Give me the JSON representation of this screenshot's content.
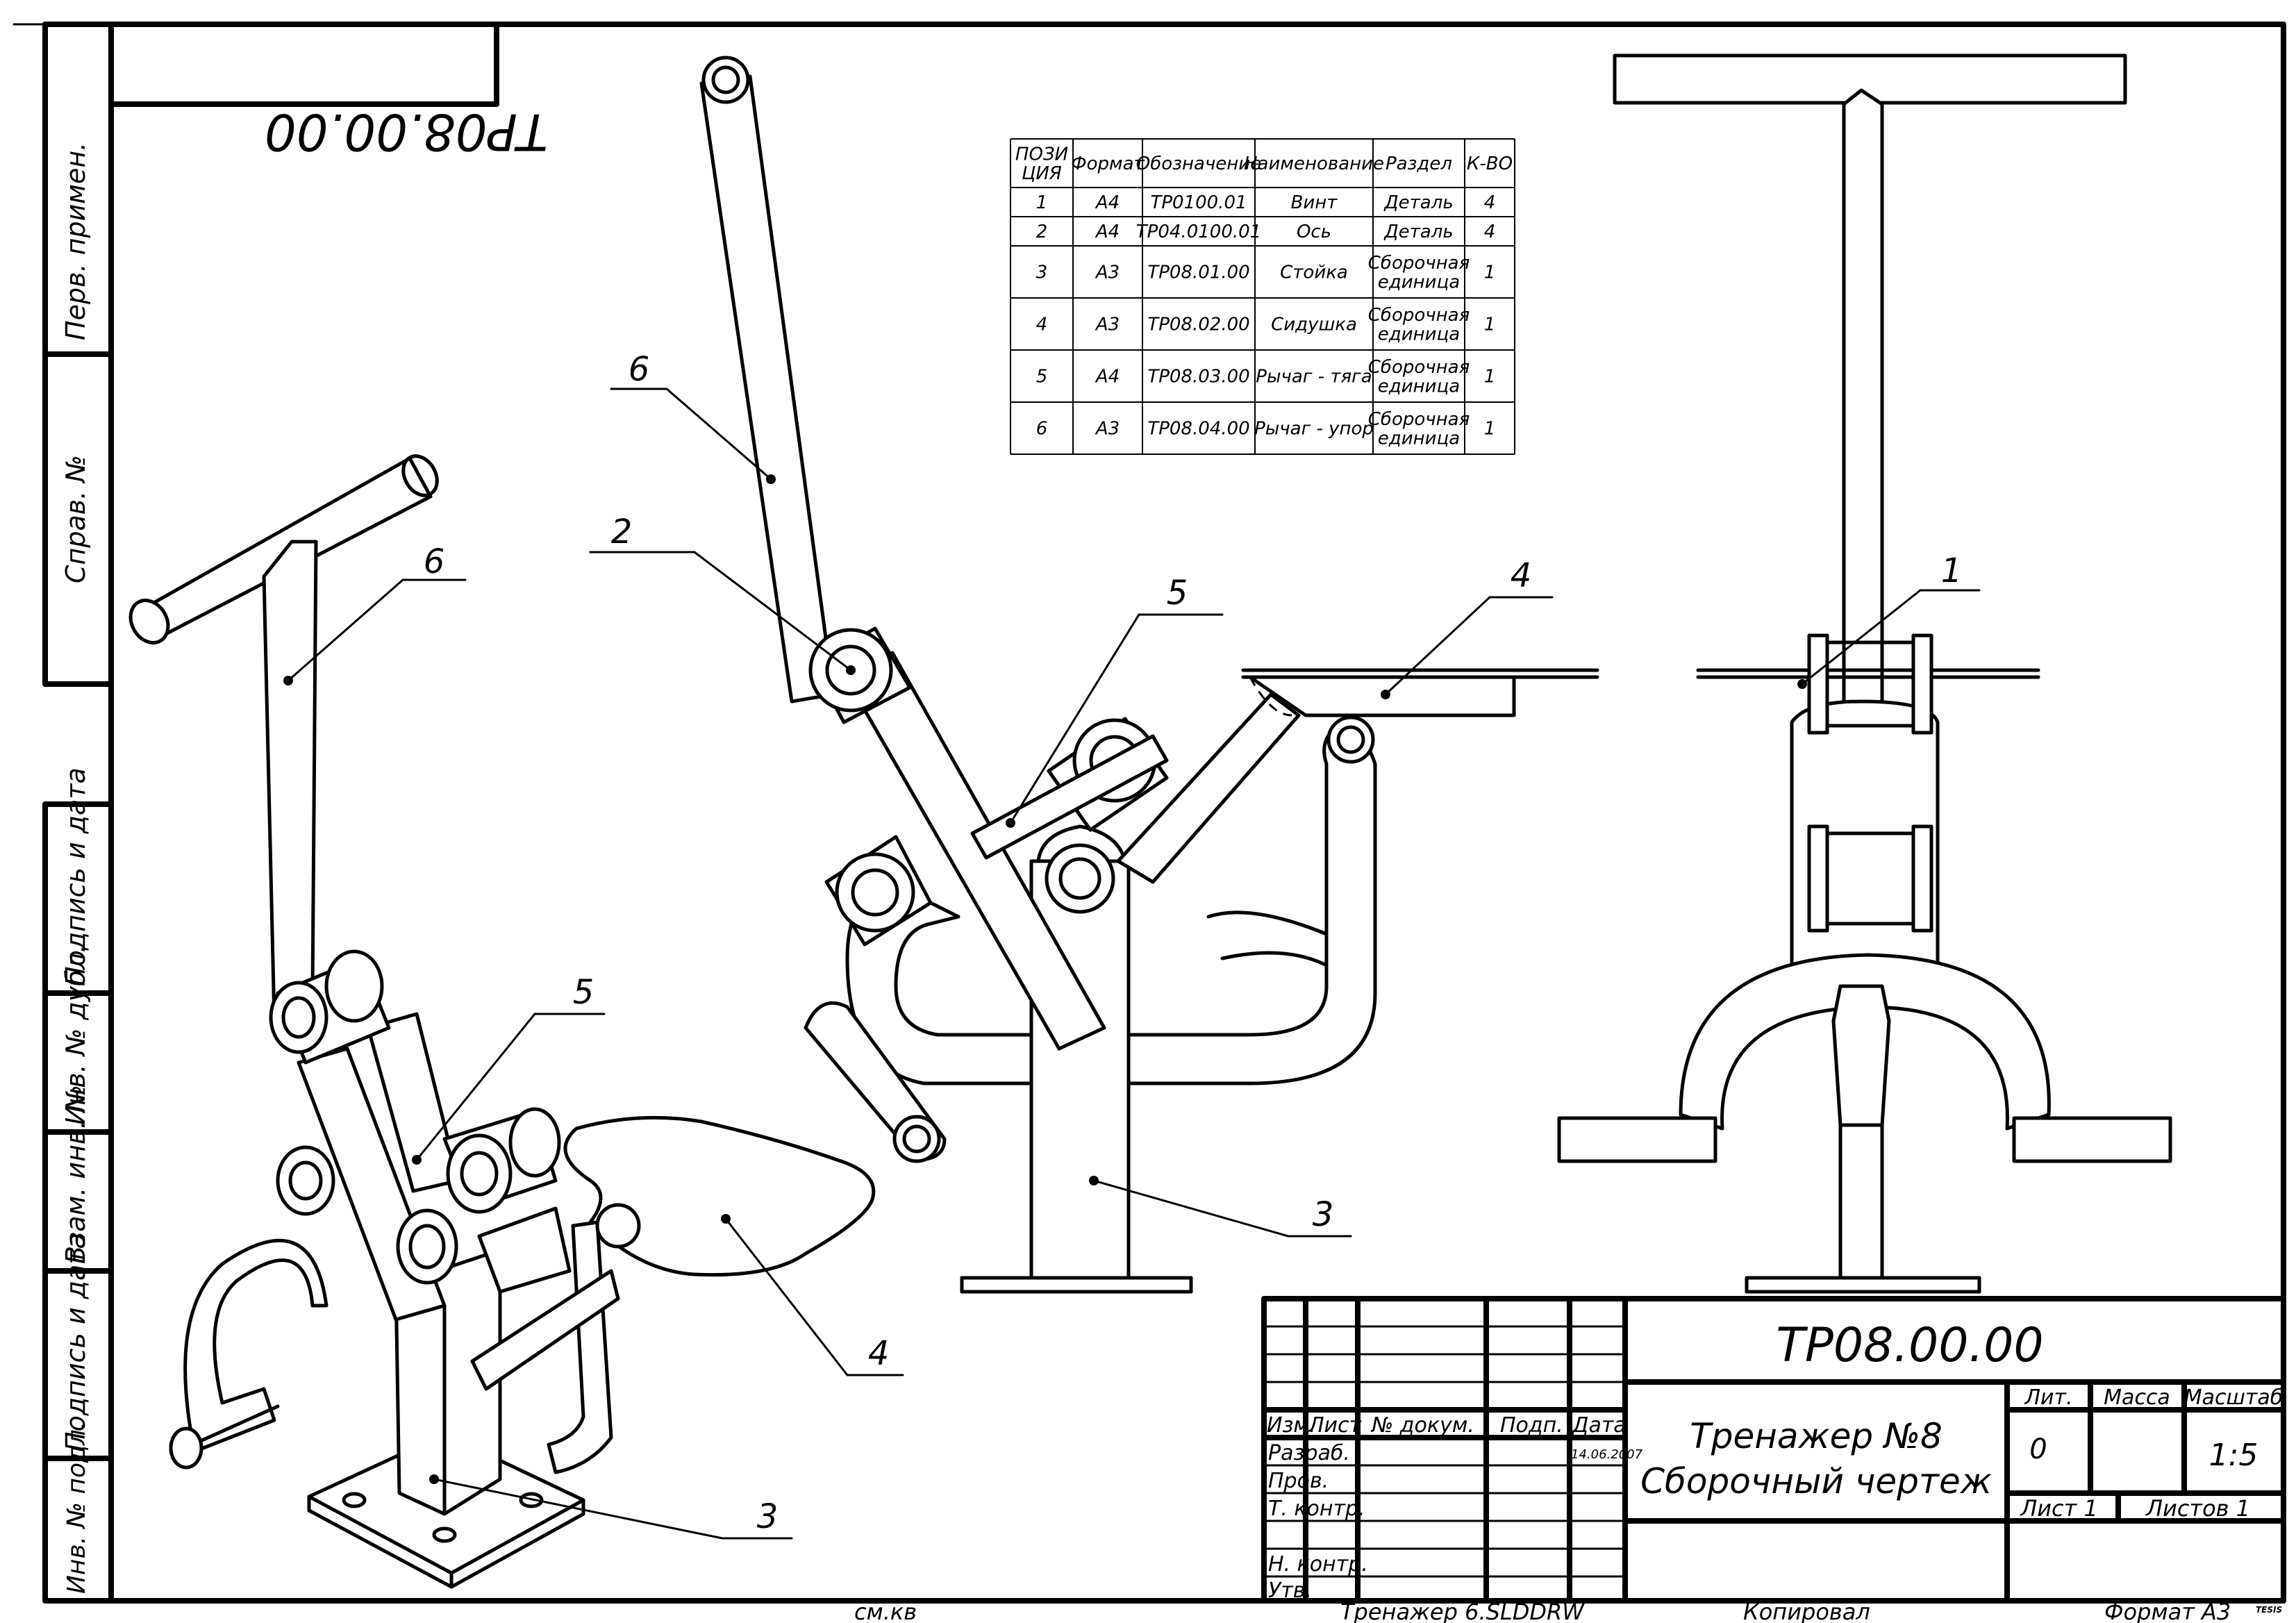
{
  "drawing": {
    "designation": "ТР08.00.00",
    "designation_mirrored": "ТР08.00.00",
    "title_line1": "Тренажер №8",
    "title_line2": "Сборочный чертеж",
    "letter_value": "0",
    "scale_value": "1:5",
    "sheet_label": "Лист 1",
    "sheets_label": "Листов 1",
    "date_value": "14.06.2007"
  },
  "title_block_headers": {
    "lit": "Лит.",
    "mass": "Масса",
    "scale": "Масштаб",
    "izm": "Изм.",
    "list": "Лист",
    "doc_no": "№ докум.",
    "sign": "Подп.",
    "date": "Дата"
  },
  "roles": {
    "developer": "Разраб.",
    "checker": "Пров.",
    "tech_control": "Т. контр.",
    "norm_control": "Н. контр.",
    "approved": "Утв."
  },
  "side_stamps": {
    "perv_primen": "Перв. примен.",
    "sprav_no": "Справ. №",
    "podpis_data_1": "Подпись и дата",
    "inv_dubl": "Инв. № дубл.",
    "vzam_inv": "Взам. инв. №",
    "podpis_data_2": "Подпись и дата",
    "inv_podl": "Инв. № подл."
  },
  "footer": {
    "file_code": "см.кв",
    "filename": "Тренажер 6.SLDDRW",
    "copied": "Копировал",
    "format": "Формат А3",
    "tag": "TESIS"
  },
  "parts_table": {
    "headers": [
      "ПОЗИ ЦИЯ",
      "Формат",
      "Обозначение",
      "Наименование",
      "Раздел",
      "К-ВО"
    ],
    "rows": [
      [
        "1",
        "А4",
        "ТР0100.01",
        "Винт",
        "Деталь",
        "4"
      ],
      [
        "2",
        "А4",
        "ТР04.0100.01",
        "Ось",
        "Деталь",
        "4"
      ],
      [
        "3",
        "А3",
        "ТР08.01.00",
        "Стойка",
        "Сборочная единица",
        "1"
      ],
      [
        "4",
        "А3",
        "ТР08.02.00",
        "Сидушка",
        "Сборочная единица",
        "1"
      ],
      [
        "5",
        "А4",
        "ТР08.03.00",
        "Рычаг - тяга",
        "Сборочная единица",
        "1"
      ],
      [
        "6",
        "А3",
        "ТР08.04.00",
        "Рычаг - упор",
        "Сборочная единица",
        "1"
      ]
    ]
  },
  "callouts": {
    "iso": [
      "6",
      "5",
      "4",
      "3"
    ],
    "side": [
      "6",
      "2",
      "5",
      "4",
      "3"
    ],
    "front": [
      "1"
    ]
  }
}
